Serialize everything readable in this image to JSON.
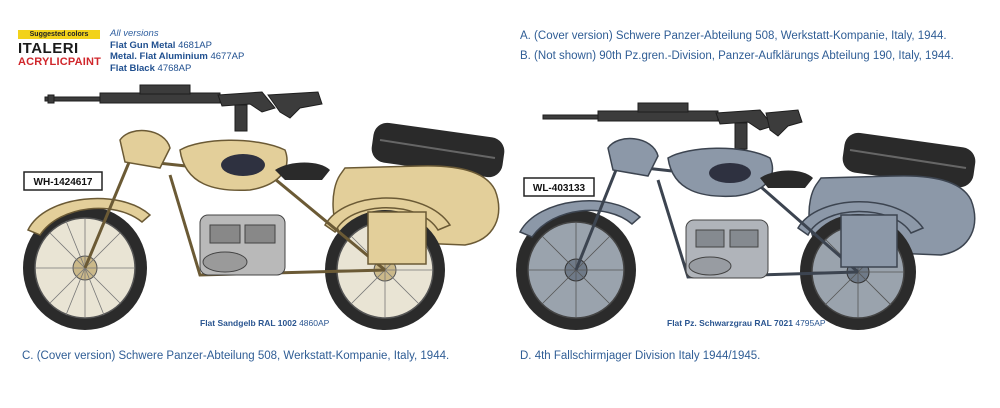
{
  "badge": {
    "top": "Suggested colors",
    "brand": "ITALERI",
    "sub": "ACRYLICPAINT"
  },
  "all_versions": {
    "heading": "All versions",
    "items": [
      {
        "name": "Flat Gun Metal",
        "code": "4681AP"
      },
      {
        "name": "Metal. Flat Aluminium",
        "code": "4677AP"
      },
      {
        "name": "Flat Black",
        "code": "4768AP"
      }
    ]
  },
  "versions": {
    "a": "A. (Cover version) Schwere Panzer-Abteilung 508, Werkstatt-Kompanie, Italy, 1944.",
    "b": "B. (Not shown) 90th Pz.gren.-Division, Panzer-Aufklärungs Abteilung 190, Italy, 1944.",
    "c": "C. (Cover version) Schwere Panzer-Abteilung 508, Werkstatt-Kompanie, Italy, 1944.",
    "d": "D. 4th Fallschirmjager Division Italy 1944/1945."
  },
  "left_paint": {
    "name": "Flat Sandgelb RAL 1002",
    "code": "4860AP"
  },
  "right_paint": {
    "name": "Flat Pz. Schwarzgrau RAL 7021",
    "code": "4795AP"
  },
  "left_plate": "WH-1424617",
  "right_plate": "WL-403133",
  "colors": {
    "sand": "#e3cf9a",
    "grey": "#8c98a8",
    "caption": "#2f5d95"
  }
}
